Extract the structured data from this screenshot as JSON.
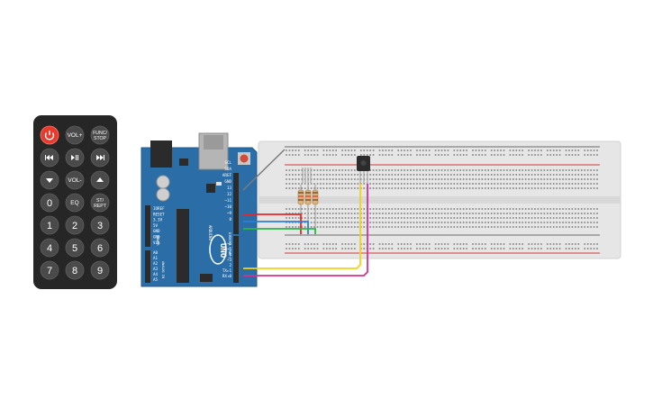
{
  "remote": {
    "buttons": [
      {
        "id": "power",
        "label": "",
        "icon": "power-icon"
      },
      {
        "id": "vol-up",
        "label": "VOL+"
      },
      {
        "id": "func-stop",
        "label": "FUNC/",
        "label2": "STOP"
      },
      {
        "id": "rewind",
        "label": "",
        "icon": "rewind-icon"
      },
      {
        "id": "play-pause",
        "label": "",
        "icon": "play-pause-icon"
      },
      {
        "id": "fast-forward",
        "label": "",
        "icon": "fast-forward-icon"
      },
      {
        "id": "down",
        "label": "",
        "icon": "down-arrow-icon"
      },
      {
        "id": "vol-down",
        "label": "VOL-"
      },
      {
        "id": "up",
        "label": "",
        "icon": "up-arrow-icon"
      },
      {
        "id": "digit-0",
        "label": "0"
      },
      {
        "id": "eq",
        "label": "EQ"
      },
      {
        "id": "st-rept",
        "label": "ST/",
        "label2": "REPT"
      },
      {
        "id": "digit-1",
        "label": "1"
      },
      {
        "id": "digit-2",
        "label": "2"
      },
      {
        "id": "digit-3",
        "label": "3"
      },
      {
        "id": "digit-4",
        "label": "4"
      },
      {
        "id": "digit-5",
        "label": "5"
      },
      {
        "id": "digit-6",
        "label": "6"
      },
      {
        "id": "digit-7",
        "label": "7"
      },
      {
        "id": "digit-8",
        "label": "8"
      },
      {
        "id": "digit-9",
        "label": "9"
      }
    ]
  },
  "arduino": {
    "model": "UNO",
    "brand": "ARDUINO",
    "digital_label": "DIGITAL (PWM~)",
    "power_label": "POWER",
    "analog_label": "ANALOG IN",
    "top_pins": [
      "SCL",
      "SDA",
      "AREF",
      "GND",
      "13",
      "12",
      "~11",
      "~10",
      "~9",
      "8"
    ],
    "bottom_pins": [
      "7",
      "~6",
      "~5",
      "4",
      "~3",
      "2",
      "TX▸1",
      "RX◂0"
    ],
    "power_pins": [
      "IOREF",
      "RESET",
      "3.3V",
      "5V",
      "GND",
      "GND",
      "Vin"
    ],
    "analog_pins": [
      "A0",
      "A1",
      "A2",
      "A3",
      "A4",
      "A5"
    ]
  },
  "wires": {
    "colors": {
      "red": "#e8262a",
      "blue": "#2e7fd9",
      "green": "#2fb34a",
      "yellow": "#f2d21b",
      "magenta": "#d6308f",
      "gray": "#7a7a7a"
    }
  },
  "colors": {
    "remote_body": "#262626",
    "remote_button": "#4a4a4a",
    "power_button": "#e63b2e",
    "board_blue": "#2b6ea7",
    "breadboard": "#e6e6e6"
  }
}
